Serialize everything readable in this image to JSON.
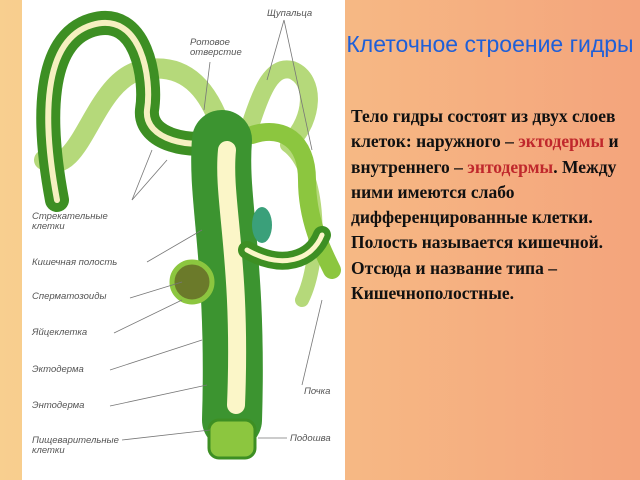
{
  "title": "Клеточное строение гидры",
  "body": {
    "part1": "Тело гидры состоят из двух слоев клеток: наружного – ",
    "ectoderm": "эктодермы",
    "part2": " и внутреннего – ",
    "endoderm": "энтодермы",
    "part3": ". Между ними имеются слабо дифференцированные клетки. Полость называется кишечной. Отсюда и название типа – Кишечнополостные."
  },
  "diagram_labels": {
    "tentacles": "Щупальца",
    "mouth": "Ротовое\nотверстие",
    "stinging_cells": "Стрекательные\nклетки",
    "gut_cavity": "Кишечная полость",
    "sperm": "Сперматозоиды",
    "egg": "Яйцеклетка",
    "ectoderm": "Эктодерма",
    "endoderm": "Энтодерма",
    "digestive_cells": "Пищеварительные\nклетки",
    "bud": "Почка",
    "sole": "Подошва"
  },
  "colors": {
    "title": "#1f5fd8",
    "highlight": "#c0282c",
    "ectoderm": "#7bbf3a",
    "endoderm": "#2e8b2e",
    "cavity": "#fbf6c8"
  }
}
